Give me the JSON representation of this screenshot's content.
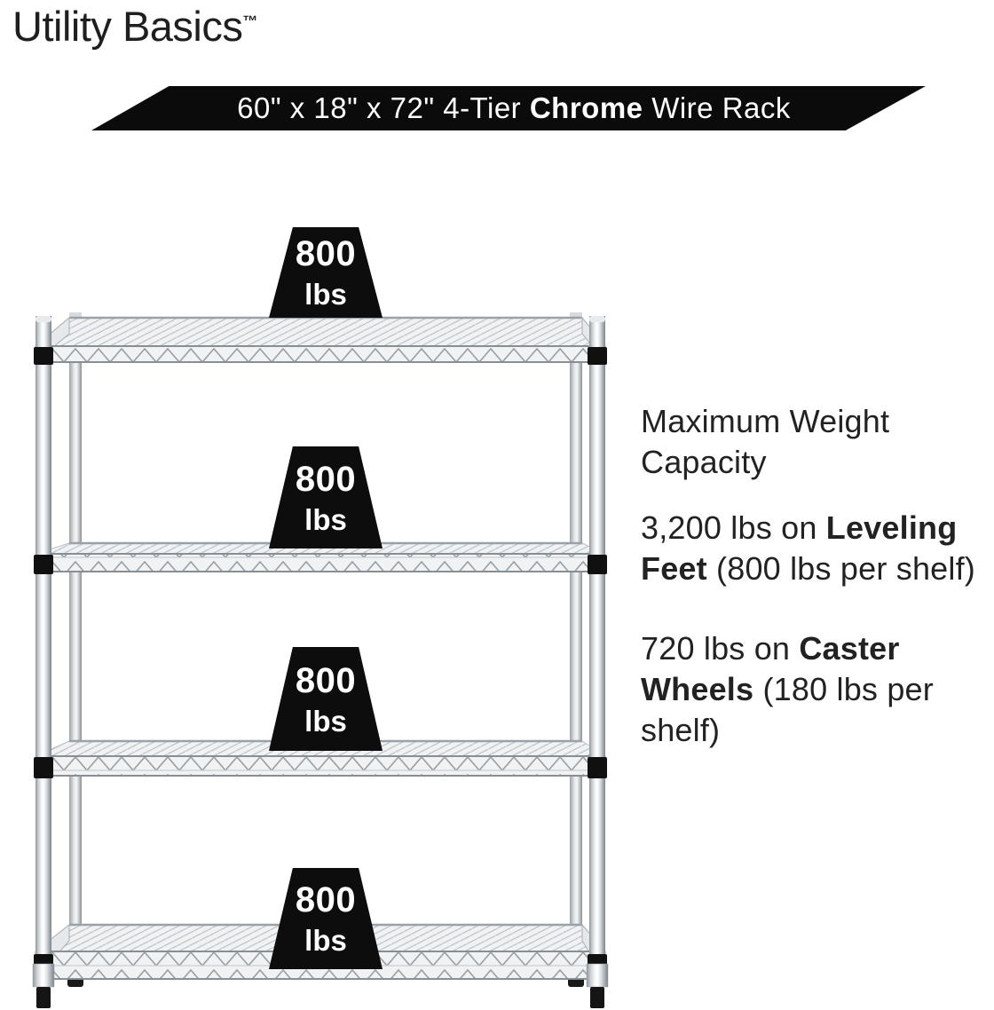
{
  "brand": {
    "name": "Utility Basics",
    "trademark": "™"
  },
  "banner": {
    "part1": "60\" x 18\" x 72\" 4-Tier ",
    "highlight": "Chrome",
    "part2": " Wire Rack"
  },
  "weights": [
    {
      "value": "800",
      "unit": "lbs"
    },
    {
      "value": "800",
      "unit": "lbs"
    },
    {
      "value": "800",
      "unit": "lbs"
    },
    {
      "value": "800",
      "unit": "lbs"
    }
  ],
  "info": {
    "heading": "Maximum Weight Capacity",
    "leveling": {
      "prefix": "3,200 lbs on ",
      "bold": "Leveling Feet",
      "suffix": " (800 lbs per shelf)"
    },
    "casters": {
      "prefix": "720 lbs on ",
      "bold": "Caster Wheels",
      "suffix": " (180 lbs per shelf)"
    }
  },
  "rack_description": "4-tier chrome wire shelving rack with leveling feet",
  "colors": {
    "banner_bg": "#0b0b0b",
    "badge_bg": "#0d0d0d",
    "text": "#222224",
    "text_on_dark": "#ffffff",
    "chrome_light": "#f4f6f7",
    "chrome_dark": "#8f969c"
  }
}
